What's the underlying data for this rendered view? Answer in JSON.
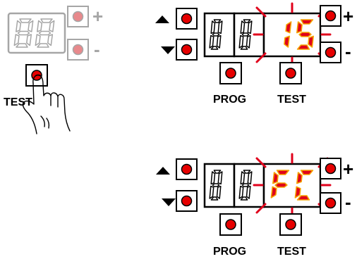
{
  "colors": {
    "led_red": "#e60000",
    "led_faded": "#e8898c",
    "segment_lit": "#e0001b",
    "segment_glow": "#f5a300",
    "outline_dark": "#000000",
    "outline_faded": "#a6a6a6"
  },
  "panel_left": {
    "display_text": "88",
    "plus_label": "+",
    "minus_label": "-",
    "test_label": "TEST",
    "hand_icon": "pointing-hand-icon"
  },
  "panel_top": {
    "display_left_text": "88",
    "display_right_text": "15",
    "up_icon": "triangle-up-icon",
    "down_icon": "triangle-down-icon",
    "plus_label": "+",
    "minus_label": "-",
    "prog_label": "PROG",
    "test_label": "TEST"
  },
  "panel_bottom": {
    "display_left_text": "88",
    "display_right_text": "FC",
    "up_icon": "triangle-up-icon",
    "down_icon": "triangle-down-icon",
    "plus_label": "+",
    "minus_label": "-",
    "prog_label": "PROG",
    "test_label": "TEST"
  }
}
